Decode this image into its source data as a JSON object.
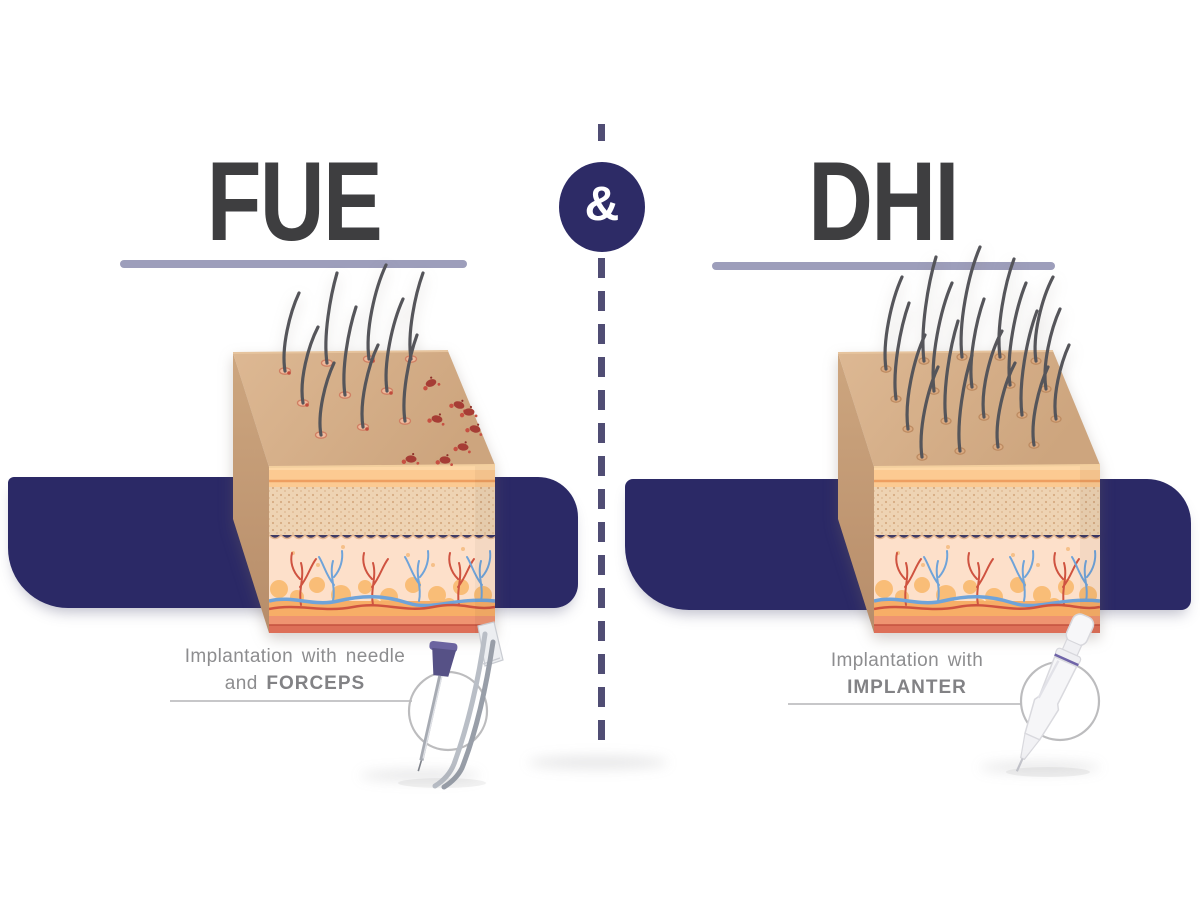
{
  "infographic": {
    "left": {
      "title": "FUE",
      "caption": {
        "line1": "Implantation with needle",
        "line2_prefix": "and ",
        "line2_bold": "FORCEPS"
      },
      "tool_icon": "needle-and-forceps-icon",
      "illustration": "skin-block-sparse-hairs-with-wounds"
    },
    "right": {
      "title": "DHI",
      "caption": {
        "line1": "Implantation with",
        "line2_bold": "IMPLANTER"
      },
      "tool_icon": "implanter-pen-icon",
      "illustration": "skin-block-dense-healthy-hairs"
    },
    "divider": {
      "ampersand": "&"
    },
    "colors": {
      "navy": "#2b2966",
      "divider_dash": "#504d74",
      "title_text": "#3e3e40",
      "title_underline": "#9d9ebb",
      "caption_text": "#8d8d8f",
      "skin_top": "#d5ae88",
      "skin_side": "#c49b76",
      "epidermis": "#fcca92",
      "dermis": "#eed3b3",
      "hypodermis_pink": "#fde0ca",
      "fat_orange": "#f7ae67",
      "vessel_red": "#cf5340",
      "vessel_blue": "#6fa3d9",
      "wound_red": "#a63d35",
      "hair": "#55555a"
    }
  }
}
